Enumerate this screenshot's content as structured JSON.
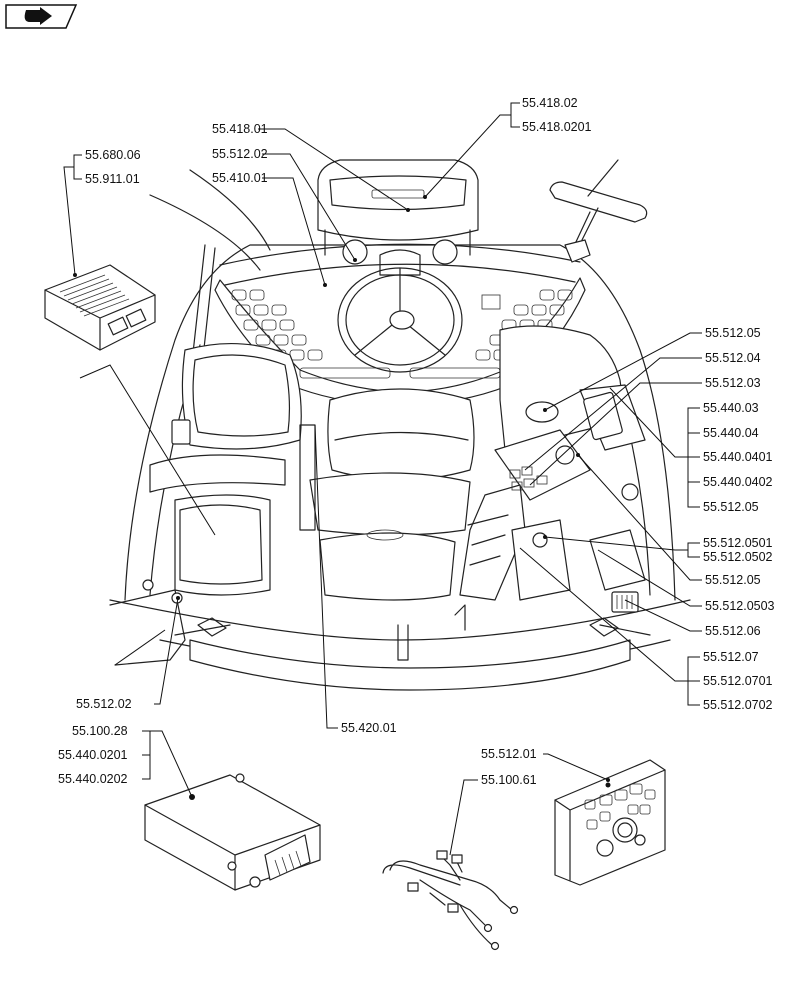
{
  "nav": {
    "icon": "next-page-arrow-icon"
  },
  "callouts": {
    "c1": [
      "55.418.02",
      "55.418.0201"
    ],
    "c2": "55.418.01",
    "c3": "55.512.02",
    "c4": "55.410.01",
    "c5": [
      "55.680.06",
      "55.911.01"
    ],
    "c6": "55.512.05",
    "c7": "55.512.04",
    "c8": "55.512.03",
    "c9": [
      "55.440.03",
      "55.440.04",
      "55.440.0401",
      "55.440.0402",
      "55.512.05"
    ],
    "c10": [
      "55.512.0501",
      "55.512.0502"
    ],
    "c11": "55.512.05",
    "c12": "55.512.0503",
    "c13": "55.512.06",
    "c14": [
      "55.512.07",
      "55.512.0701",
      "55.512.0702"
    ],
    "c15": "55.512.02",
    "c16": "55.420.01",
    "c17": [
      "55.100.28",
      "55.440.0201",
      "55.440.0202"
    ],
    "c18": "55.512.01",
    "c19": "55.100.61"
  }
}
